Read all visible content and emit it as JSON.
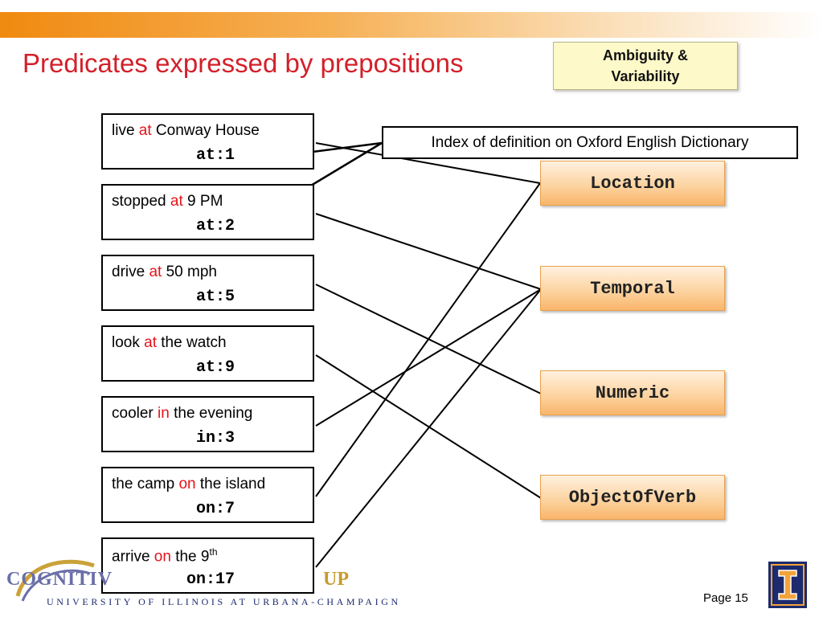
{
  "title": "Predicates expressed by prepositions",
  "badge": {
    "line1": "Ambiguity &",
    "line2": "Variability"
  },
  "phrases": [
    {
      "before": "live ",
      "prep": "at",
      "after": " Conway House",
      "code": "at:1"
    },
    {
      "before": "stopped ",
      "prep": "at",
      "after": " 9 PM",
      "code": "at:2"
    },
    {
      "before": "drive ",
      "prep": "at",
      "after": " 50 mph",
      "code": "at:5"
    },
    {
      "before": "look ",
      "prep": "at",
      "after": " the watch",
      "code": "at:9"
    },
    {
      "before": "cooler ",
      "prep": "in",
      "after": " the evening",
      "code": "in:3"
    },
    {
      "before": "the camp ",
      "prep": "on",
      "after": " the island",
      "code": "on:7"
    },
    {
      "before": "arrive ",
      "prep": "on",
      "after": " the 9",
      "sup": "th",
      "code": "on:17"
    }
  ],
  "categories": [
    "Location",
    "Temporal",
    "Numeric",
    "ObjectOfVerb"
  ],
  "note": "Index of definition on Oxford English Dictionary",
  "footer": {
    "logo_left": "COGNITIV",
    "logo_right": "UP",
    "university": "UNIVERSITY OF ILLINOIS AT URBANA-CHAMPAIGN",
    "page": "Page 15"
  },
  "colors": {
    "title": "#d3202a",
    "preposition": "#e3141b",
    "topbar": "#f08a10"
  }
}
